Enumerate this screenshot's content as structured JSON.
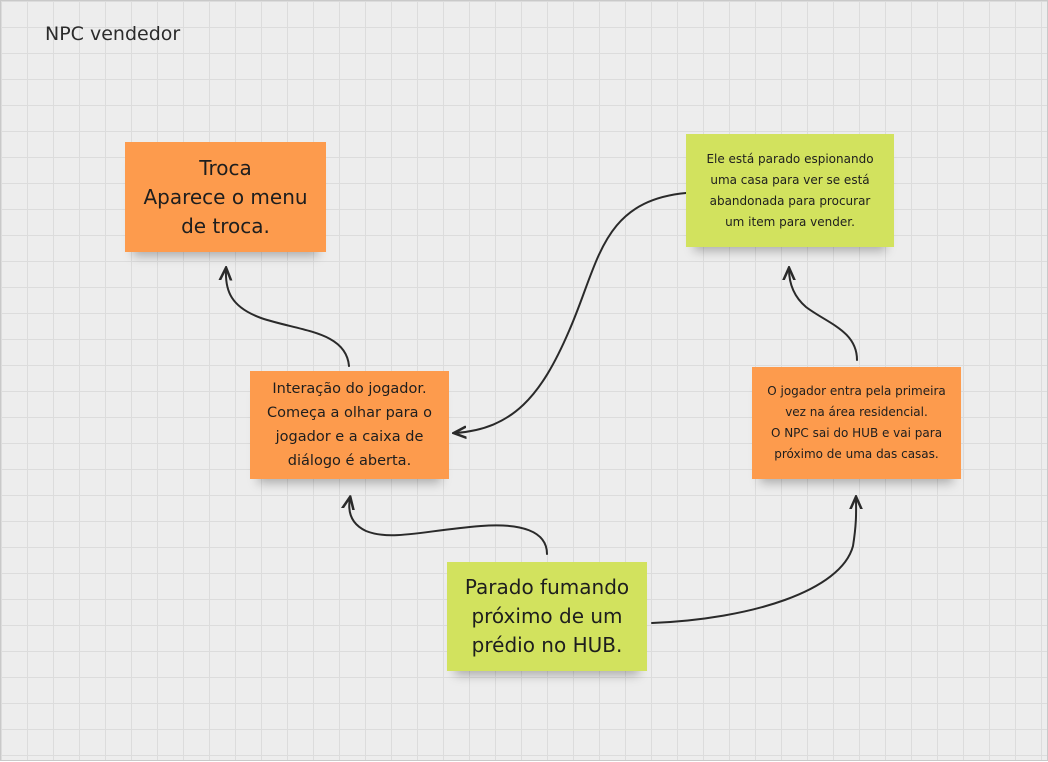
{
  "board": {
    "title": "NPC vendedor",
    "colors": {
      "orange_note": "#fd9b4d",
      "green_note": "#d2e25e",
      "connector": "#2a2a2a"
    }
  },
  "notes": {
    "troca": "Troca\nAparece o menu\nde troca.",
    "espionando": "Ele está parado espionando\numa casa para ver se está\nabandonada para procurar\num item para vender.",
    "interacao": "Interação do jogador.\nComeça a olhar para o\njogador e a caixa de\ndiálogo é aberta.",
    "entra_area": "O jogador entra pela primeira\nvez na área residencial.\nO NPC sai do HUB e vai para\npróximo de uma das casas.",
    "parado_fumando": "Parado fumando\npróximo de um\nprédio no HUB."
  },
  "connectors": [
    {
      "from": "parado_fumando",
      "to": "interacao"
    },
    {
      "from": "parado_fumando",
      "to": "entra_area"
    },
    {
      "from": "interacao",
      "to": "troca"
    },
    {
      "from": "entra_area",
      "to": "espionando"
    },
    {
      "from": "espionando",
      "to": "interacao"
    }
  ]
}
